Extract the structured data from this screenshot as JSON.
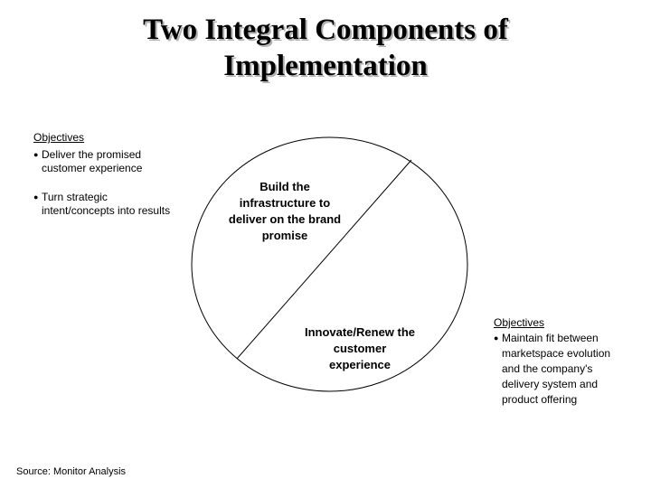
{
  "slide": {
    "title": "Two Integral Components of\nImplementation",
    "source": "Source: Monitor Analysis"
  },
  "ui": {
    "bullet_char": "●"
  },
  "left_panel": {
    "heading": "Objectives",
    "bullets": [
      {
        "text": "Deliver the promised\ncustomer experience"
      },
      {
        "text": "Turn strategic\nintent/concepts into results"
      }
    ]
  },
  "diagram": {
    "top_label": "Build the\ninfrastructure to\ndeliver on the brand\npromise",
    "bottom_label": "Innovate/Renew the\ncustomer\nexperience"
  },
  "right_panel": {
    "heading": "Objectives",
    "bullets": [
      {
        "text": "Maintain fit between\nmarketspace evolution\nand the company's\ndelivery system and\nproduct offering"
      }
    ]
  },
  "colors": {
    "background": "#ffffff",
    "text": "#000000",
    "title_shadow": "#b2b2b2",
    "diagram_stroke": "#000000"
  }
}
